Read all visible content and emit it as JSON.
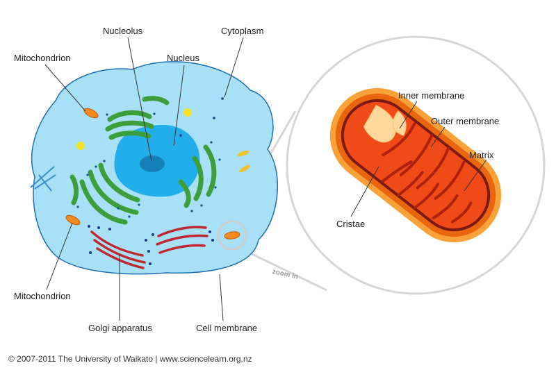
{
  "labels": {
    "nucleolus": "Nucleolus",
    "cytoplasm": "Cytoplasm",
    "mitochondrion_top": "Mitochondrion",
    "nucleus": "Nucleus",
    "mitochondrion_bottom": "Mitochondrion",
    "golgi": "Golgi apparatus",
    "cell_membrane": "Cell membrane",
    "inner_membrane": "Inner membrane",
    "outer_membrane": "Outer membrane",
    "matrix": "Matrix",
    "cristae": "Cristae",
    "zoom_in": "zoom in"
  },
  "credit": "© 2007-2011 The University of Waikato | www.sciencelearn.org.nz",
  "colors": {
    "cytoplasm": "#a8e1f7",
    "nucleus": "#22aeea",
    "nucleolus": "#1680b8",
    "er": "#3d9e3c",
    "golgi": "#c0282f",
    "mitochondrion": "#f28a1e",
    "mito_matrix": "#f04a18",
    "mito_cristae": "#fdd89a"
  }
}
